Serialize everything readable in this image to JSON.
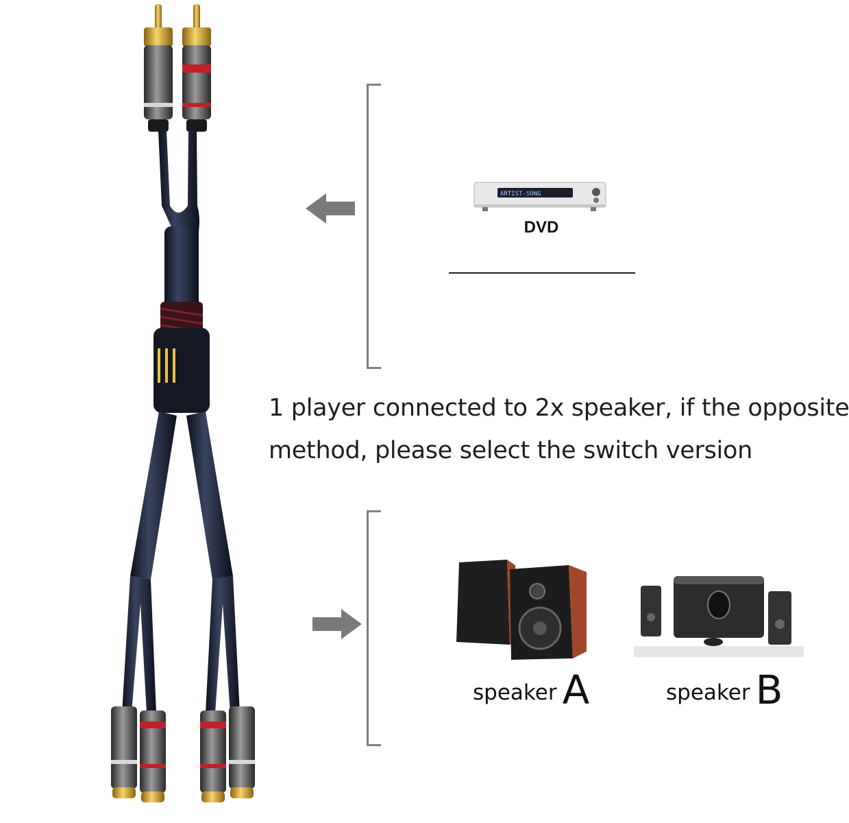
{
  "source": {
    "label": "DVD",
    "display_text": "ARTIST-SONG",
    "icon": "dvd-player-icon"
  },
  "caption": {
    "line1": "1 player connected to 2x speaker, if the opposite",
    "line2": "method, please select the switch version"
  },
  "outputs": [
    {
      "prefix": "speaker",
      "letter": "A",
      "icon": "bookshelf-speakers-icon"
    },
    {
      "prefix": "speaker",
      "letter": "B",
      "icon": "computer-speakers-icon"
    }
  ],
  "arrows": {
    "top": "arrow-left-icon",
    "bottom": "arrow-right-icon"
  },
  "colors": {
    "cable": "#1b2133",
    "gold": "#d4a62a",
    "red_band": "#c0202a",
    "arrow": "#7a7a7a",
    "bracket": "#808080",
    "wood": "#a0462a"
  }
}
